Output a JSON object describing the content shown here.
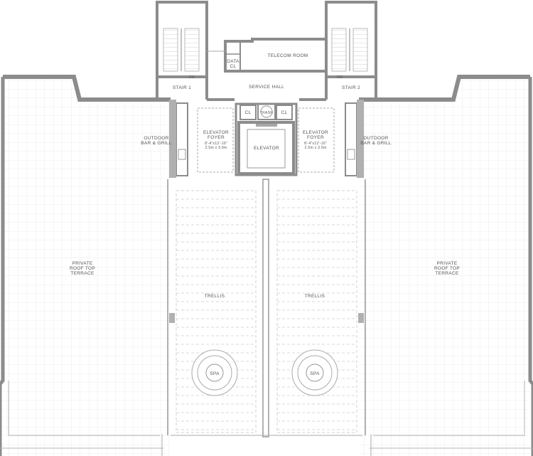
{
  "labels": {
    "telecom_room": "TELECOM ROOM",
    "data_cl_line1": "DATA",
    "data_cl_line2": "CL",
    "stair_1": "STAIR 1",
    "stair_2": "STAIR 2",
    "service_hall": "SERVICE HALL",
    "up_left": "DN",
    "up_right": "DN",
    "closet_left": "CL",
    "closet_right": "CL",
    "trash": "TRASH",
    "elevator": "ELEVATOR",
    "foyer_left": {
      "line1": "ELEVATOR",
      "line2": "FOYER",
      "dim_imperial": "8'-4\"x12'-10\"",
      "dim_metric": "2.5m x 3.9m"
    },
    "foyer_right": {
      "line1": "ELEVATOR",
      "line2": "FOYER",
      "dim_imperial": "8'-4\"x12'-10\"",
      "dim_metric": "2.5m x 3.9m"
    },
    "bar_left": {
      "line1": "OUTDOOR",
      "line2": "BAR & GRILL"
    },
    "bar_right": {
      "line1": "OUTDOOR",
      "line2": "BAR & GRILL"
    },
    "terrace_left": {
      "line1": "PRIVATE",
      "line2": "ROOF TOP",
      "line3": "TERRACE"
    },
    "terrace_right": {
      "line1": "PRIVATE",
      "line2": "ROOF TOP",
      "line3": "TERRACE"
    },
    "trellis_left": "TRELLIS",
    "trellis_right": "TRELLIS",
    "spa_left": "SPA",
    "spa_right": "SPA"
  },
  "colors": {
    "wall": "#8c8c8c",
    "wall_fill": "#a8a8a8",
    "grid": "#e6e6e6",
    "thin": "#b5b5b5",
    "text": "#555555"
  }
}
